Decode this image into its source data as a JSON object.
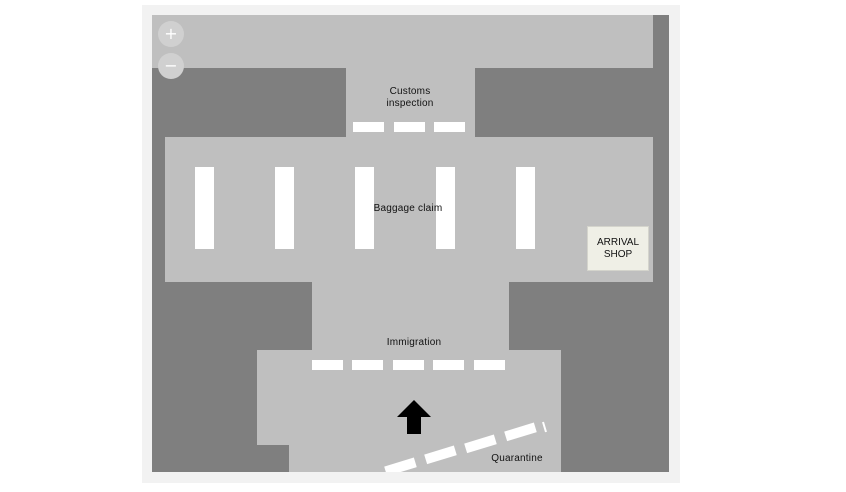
{
  "zoom_controls": {
    "zoom_in_label": "+",
    "zoom_out_label": "−"
  },
  "areas": {
    "customs_label": "Customs\ninspection",
    "baggage_label": "Baggage claim",
    "immigration_label": "Immigration",
    "quarantine_label": "Quarantine"
  },
  "shop": {
    "label": "ARRIVAL\nSHOP"
  },
  "direction_icon": "up-arrow-icon",
  "colors": {
    "wall": "#7f7f7f",
    "floor": "#bfbfbf",
    "desk": "#ffffff",
    "arrow": "#000000",
    "shop_bg": "#efefe6"
  }
}
